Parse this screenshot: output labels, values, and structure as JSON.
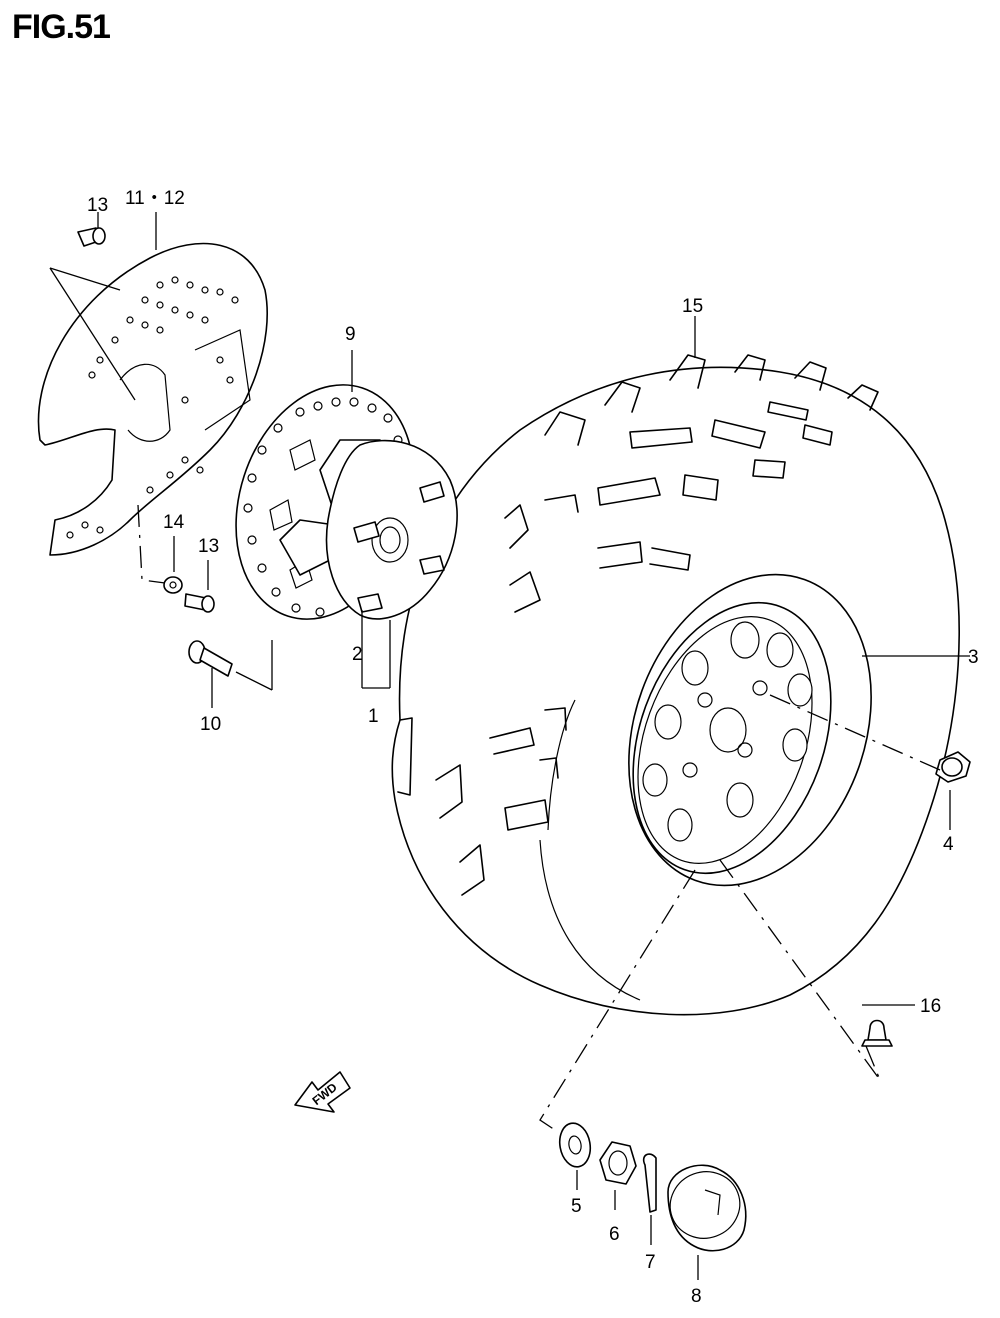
{
  "figure": {
    "title": "FIG.51",
    "direction_label": "FWD"
  },
  "callouts": [
    {
      "id": "c1",
      "text": "1"
    },
    {
      "id": "c2",
      "text": "2"
    },
    {
      "id": "c3",
      "text": "3"
    },
    {
      "id": "c4",
      "text": "4"
    },
    {
      "id": "c5",
      "text": "5"
    },
    {
      "id": "c6",
      "text": "6"
    },
    {
      "id": "c7",
      "text": "7"
    },
    {
      "id": "c8",
      "text": "8"
    },
    {
      "id": "c9",
      "text": "9"
    },
    {
      "id": "c10",
      "text": "10"
    },
    {
      "id": "c11-12",
      "text": "11・12"
    },
    {
      "id": "c13a",
      "text": "13"
    },
    {
      "id": "c13b",
      "text": "13"
    },
    {
      "id": "c14",
      "text": "14"
    },
    {
      "id": "c15",
      "text": "15"
    },
    {
      "id": "c16",
      "text": "16"
    }
  ]
}
